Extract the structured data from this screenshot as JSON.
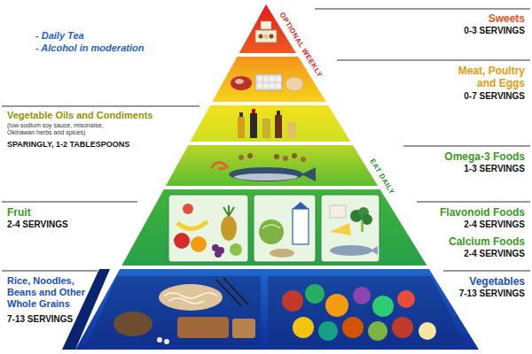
{
  "diagram": {
    "labels": [
      "Sweets",
      "0-3 SERVINGS",
      "OPTIONAL WEEKLY",
      "- Daily Tea",
      "- Alcohol in moderation",
      "Meat, Poultry and Eggs",
      "0-7 SERVINGS",
      "Vegetable Oils and Condiments",
      "(low-sodium soy sauce, misonaise, Okinawan herbs and spices)",
      "SPARINGLY, 1-2 TABLESPOONS",
      "Omega-3 Foods",
      "1-3 SERVINGS",
      "EAT DAILY",
      "Fruit",
      "2-4 SERVINGS",
      "Flavonoid Foods",
      "2-4 SERVINGS",
      "Calcium Foods",
      "2-4 SERVINGS",
      "Rice, Noodles, Beans and Other Whole Grains",
      "7-13 SERVINGS",
      "Vegetables",
      "7-13 SERVINGS"
    ]
  }
}
